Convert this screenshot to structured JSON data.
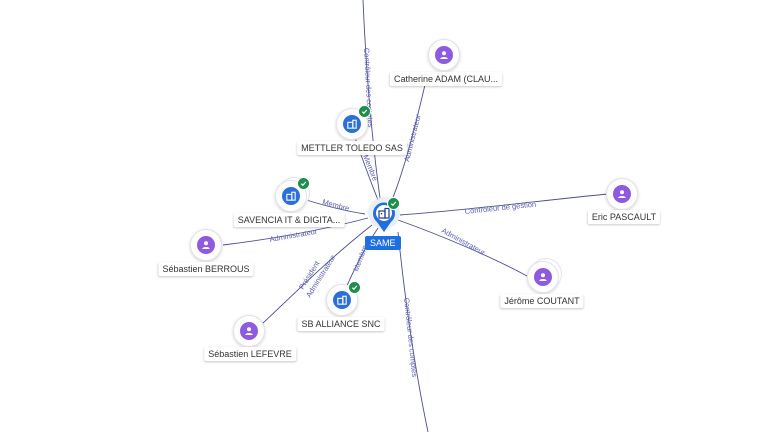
{
  "center": {
    "name": "SAME",
    "icon": "company-building-icon",
    "verified": true
  },
  "nodes": [
    {
      "id": "catherine",
      "name": "Catherine ADAM (CLAU...",
      "kind": "person",
      "icon": "person-icon"
    },
    {
      "id": "mettler",
      "name": "METTLER TOLEDO SAS",
      "kind": "company",
      "icon": "company-building-icon",
      "verified": true
    },
    {
      "id": "savencia",
      "name": "SAVENCIA IT & DIGITA...",
      "kind": "company",
      "icon": "company-building-icon",
      "verified": true
    },
    {
      "id": "berrous",
      "name": "Sébastien BERROUS",
      "kind": "person",
      "icon": "person-icon"
    },
    {
      "id": "pascault",
      "name": "Eric PASCAULT",
      "kind": "person",
      "icon": "person-icon"
    },
    {
      "id": "coutant",
      "name": "Jérôme COUTANT",
      "kind": "person",
      "icon": "person-icon"
    },
    {
      "id": "sballiance",
      "name": "SB ALLIANCE SNC",
      "kind": "company",
      "icon": "company-building-icon",
      "verified": true
    },
    {
      "id": "lefevre",
      "name": "Sébastien LEFEVRE",
      "kind": "person",
      "icon": "person-icon"
    }
  ],
  "edges": [
    {
      "id": "top",
      "label": "Contrôleur des comptes"
    },
    {
      "id": "catherine",
      "label": "Administrateur"
    },
    {
      "id": "mettler",
      "label": "Membre"
    },
    {
      "id": "savencia",
      "label": "Membre"
    },
    {
      "id": "berrous",
      "label": "Administrateur"
    },
    {
      "id": "pascault",
      "label": "Contrôleur de gestion"
    },
    {
      "id": "coutant",
      "label": "Administrateur"
    },
    {
      "id": "sballiance",
      "label": "Membre"
    },
    {
      "id": "lefevre_a",
      "label": "Président"
    },
    {
      "id": "lefevre_b",
      "label": "Administrateur"
    },
    {
      "id": "bottom",
      "label": "Contrôleur des comptes"
    }
  ],
  "colors": {
    "edge": "#4b4f8a",
    "edge_label": "#5a5fb0",
    "person": "#8e5be0",
    "company": "#2a6fdb",
    "verified": "#1e8e4d",
    "center_label_bg": "#1f6fe0"
  }
}
